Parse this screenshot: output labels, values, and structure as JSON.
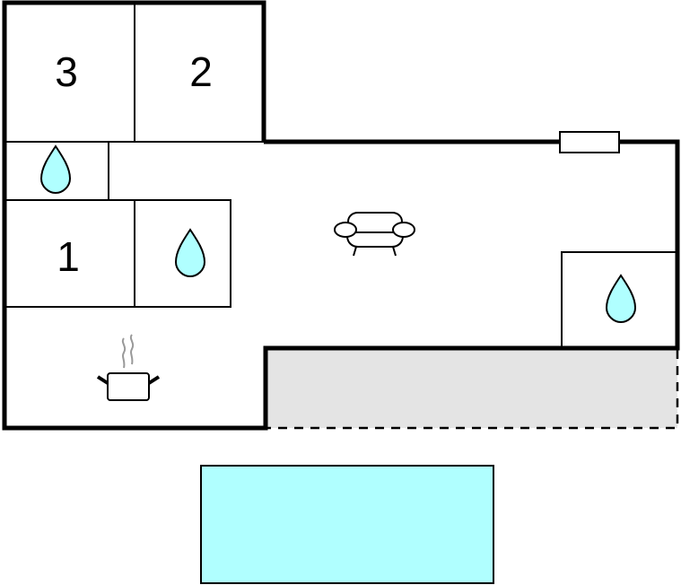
{
  "floorplan": {
    "rooms": [
      {
        "label": "3",
        "type": "bedroom"
      },
      {
        "label": "2",
        "type": "bedroom"
      },
      {
        "label": "1",
        "type": "bedroom"
      }
    ],
    "icons": [
      "water-drop-icon",
      "sofa-icon",
      "cooking-pot-icon",
      "radiator-icon"
    ],
    "colors": {
      "water": "#b0ffff",
      "terrace": "#e4e4e4",
      "wall": "#000000"
    }
  }
}
